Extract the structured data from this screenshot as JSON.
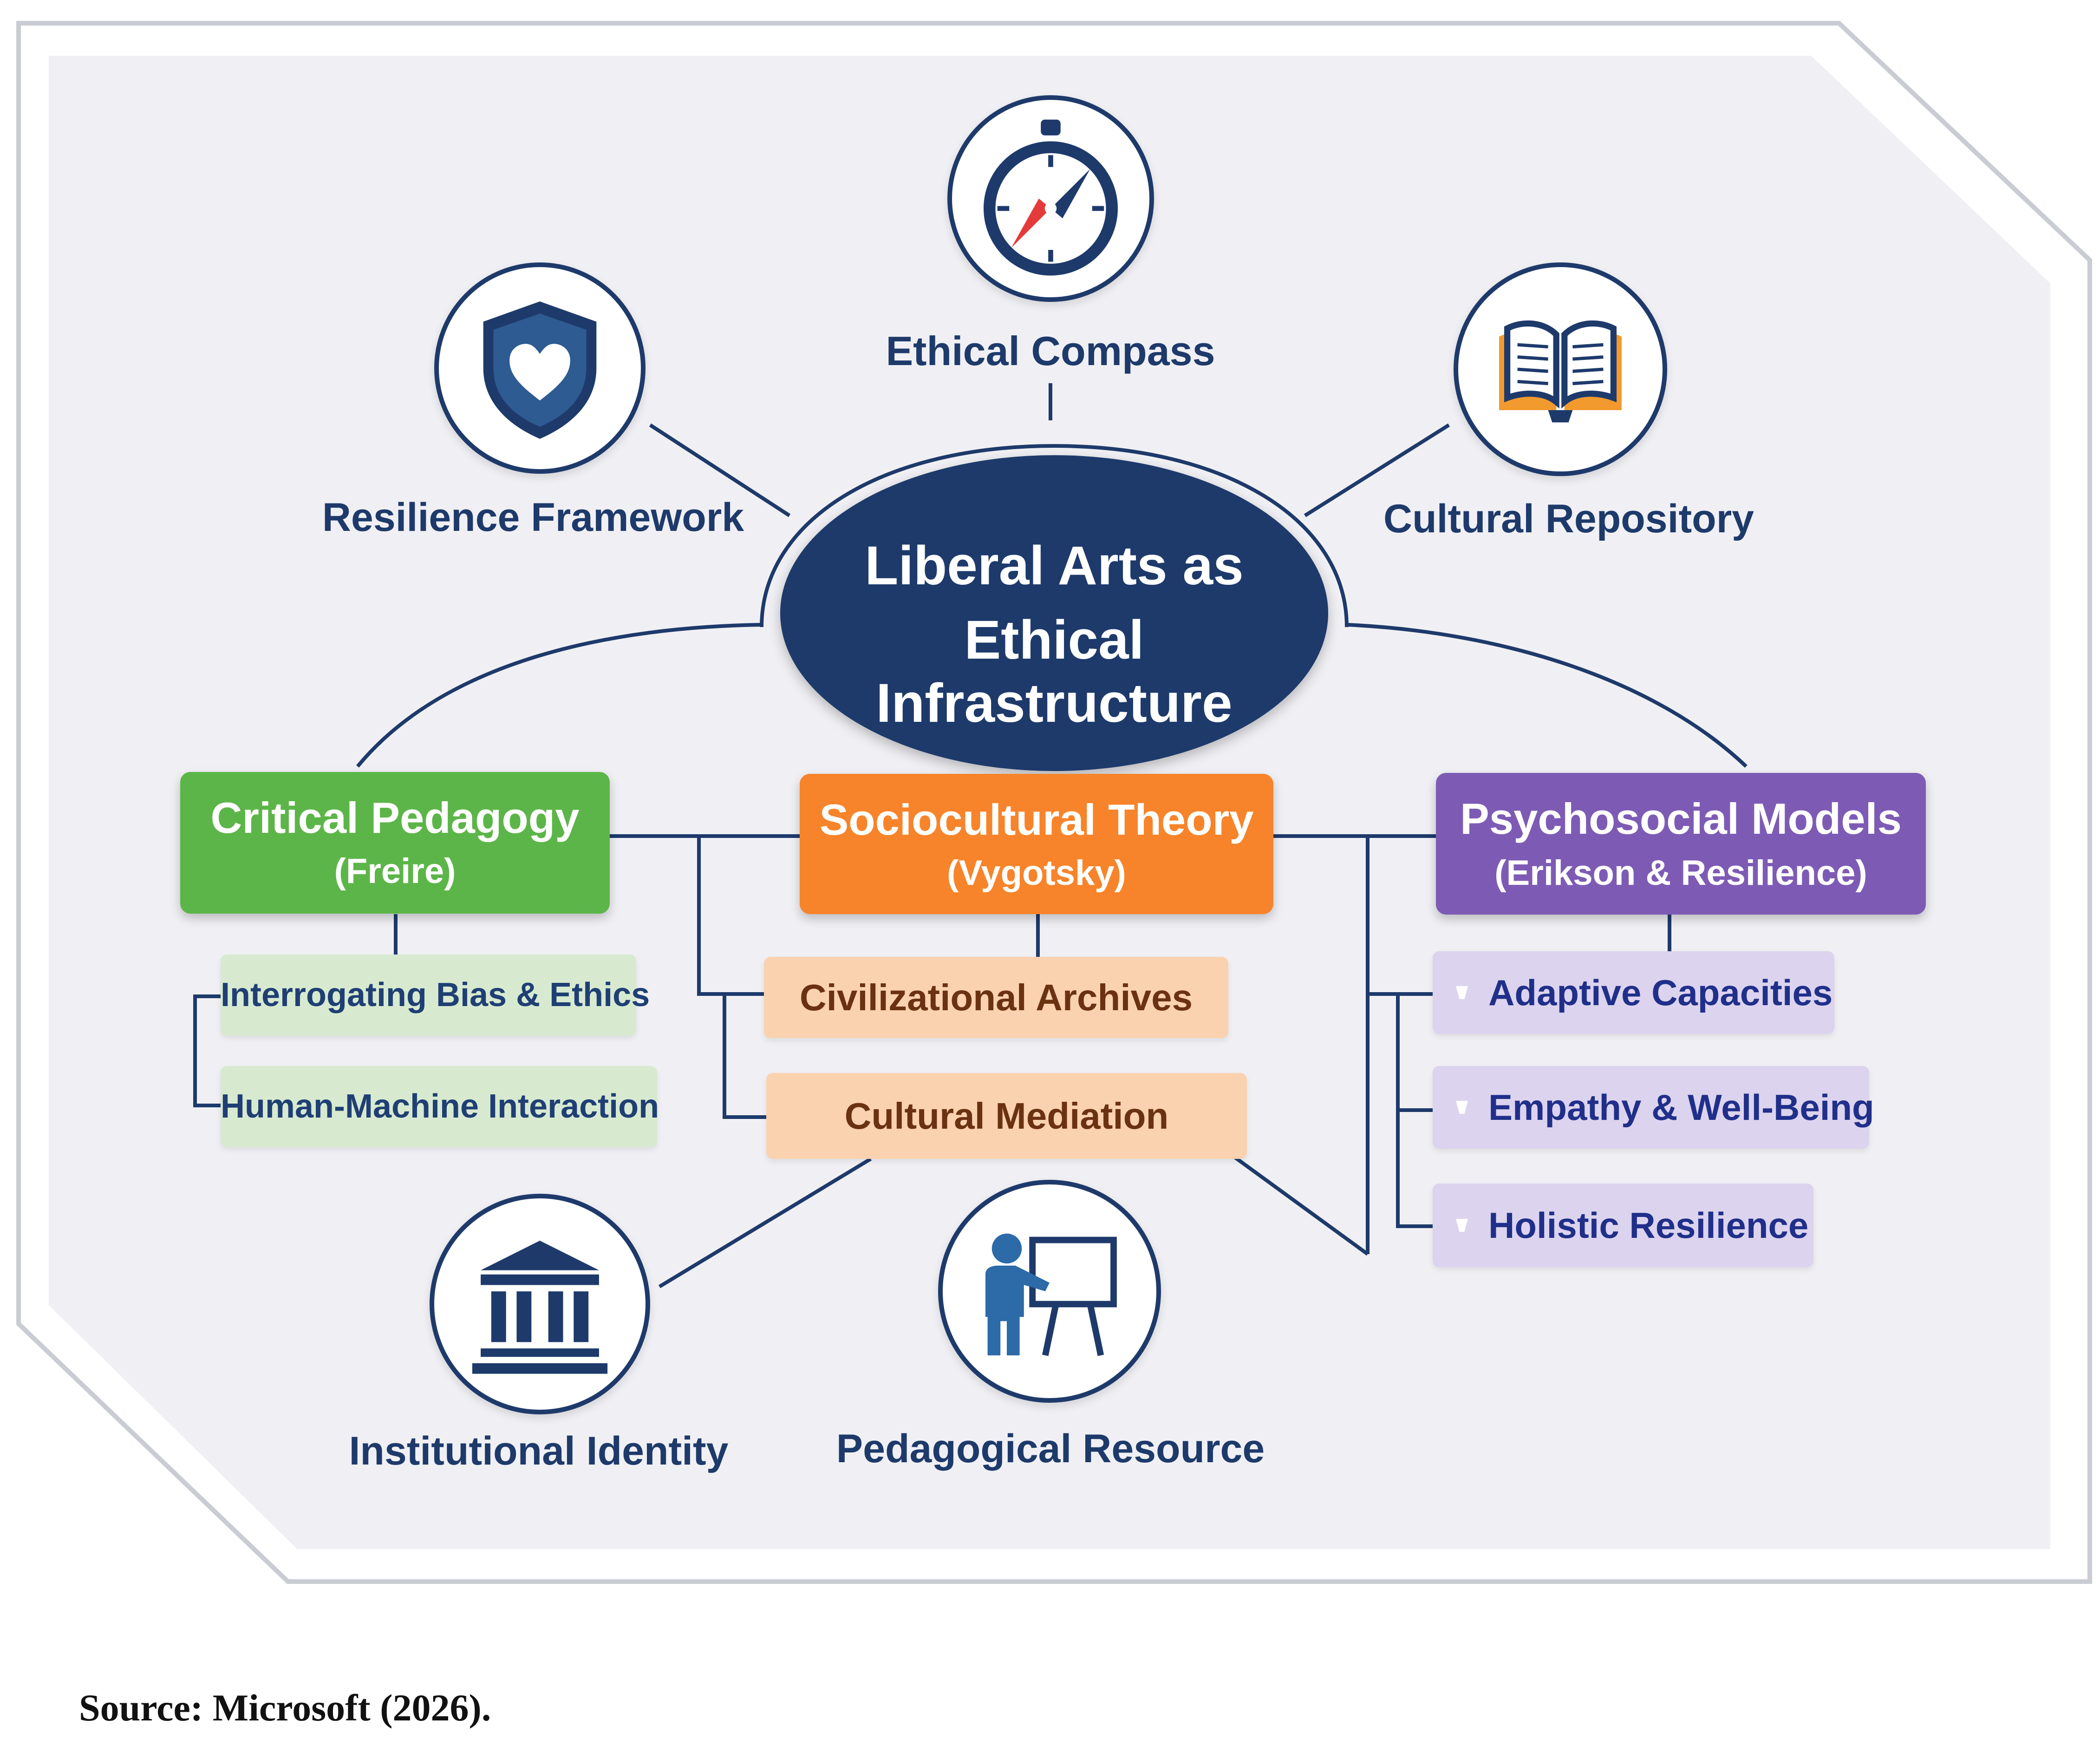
{
  "diagram": {
    "center": {
      "line1": "Liberal Arts as",
      "line2": "Ethical Infrastructure"
    },
    "roles": {
      "ethical_compass": "Ethical Compass",
      "resilience_framework": "Resilience Framework",
      "cultural_repository": "Cultural Repository",
      "institutional_identity": "Institutional Identity",
      "pedagogical_resource": "Pedagogical Resource"
    },
    "theories": {
      "critical": {
        "title": "Critical Pedagogy",
        "subtitle": "(Freire)",
        "items": [
          "Interrogating Bias & Ethics",
          "Human-Machine Interaction"
        ]
      },
      "sociocultural": {
        "title": "Sociocultural Theory",
        "subtitle": "(Vygotsky)",
        "items": [
          "Civilizational Archives",
          "Cultural Mediation"
        ]
      },
      "psychosocial": {
        "title": "Psychosocial Models",
        "subtitle": "(Erikson & Resilience)",
        "items": [
          "Adaptive Capacities",
          "Empathy & Well-Being",
          "Holistic Resilience"
        ]
      }
    },
    "colors": {
      "navy": "#1d3a6b",
      "green": "#5cb548",
      "orange": "#f7842a",
      "purple": "#7d5bb5"
    },
    "icons": [
      "compass-icon",
      "shield-heart-icon",
      "open-book-icon",
      "institution-icon",
      "teacher-board-icon"
    ]
  },
  "source": "Source: Microsoft (2026)."
}
